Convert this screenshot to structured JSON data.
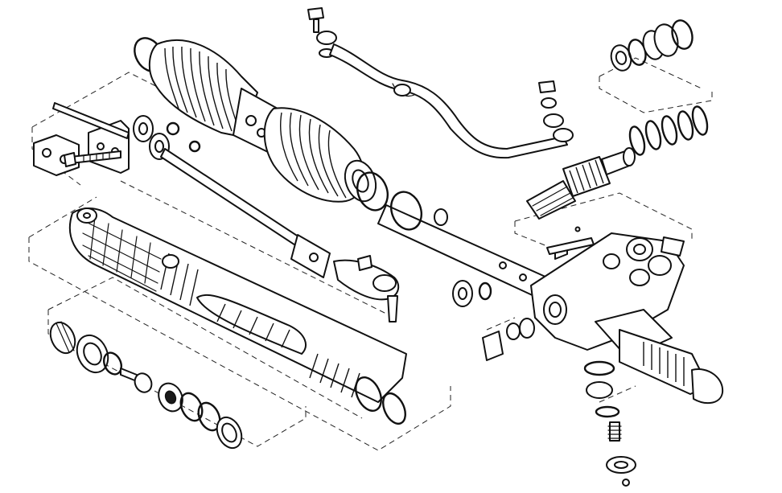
{
  "diagram": {
    "kind": "exploded-view line drawing",
    "colors": {
      "ink": "#111111",
      "background": "#ffffff"
    },
    "parts": [
      {
        "name": "bellows-boot-assembly"
      },
      {
        "name": "inner-tie-rod"
      },
      {
        "name": "outer-tie-rod-end"
      },
      {
        "name": "pressure-line"
      },
      {
        "name": "rack-housing"
      },
      {
        "name": "steering-rack-bar"
      },
      {
        "name": "valve-housing"
      },
      {
        "name": "pinion-valve"
      },
      {
        "name": "pinion-seal-rings"
      },
      {
        "name": "yoke-plug-assembly"
      },
      {
        "name": "piston-seal-kit"
      },
      {
        "name": "mounting-bracket"
      }
    ]
  }
}
